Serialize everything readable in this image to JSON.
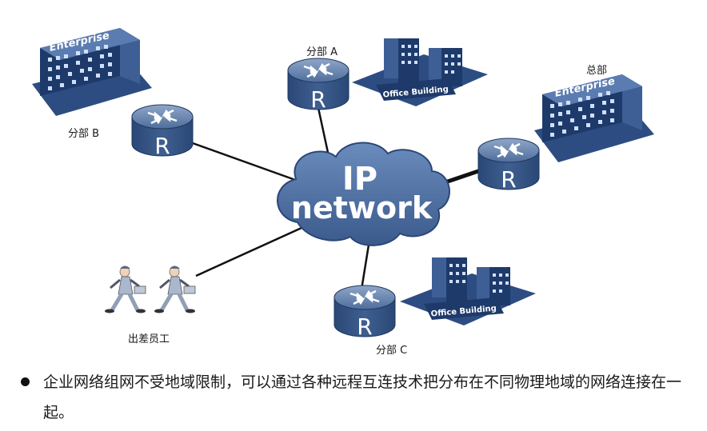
{
  "diagram": {
    "cloud": {
      "line1": "IP",
      "line2": "network"
    },
    "nodes": {
      "branch_a": "分部 A",
      "branch_b": "分部 B",
      "branch_c": "分部 C",
      "hq": "总部",
      "travel_staff": "出差员工"
    },
    "router_letter": "R",
    "building_signs": {
      "enterprise": "Enterprise",
      "office": "Office Building"
    }
  },
  "caption": "企业网络组网不受地域限制，可以通过各种远程互连技术把分布在不同物理地域的网络连接在一起。"
}
